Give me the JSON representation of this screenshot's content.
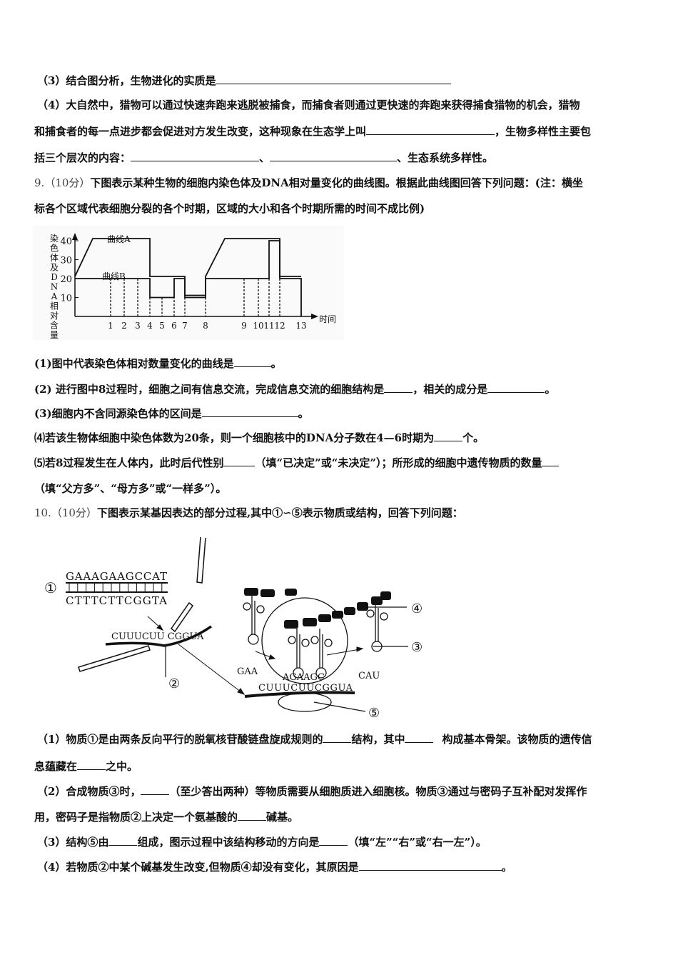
{
  "q8": {
    "p3": {
      "text": "（3）结合图分析，生物进化的实质是",
      "blank_width": "long"
    },
    "p4_line1": "（4）大自然中，猎物可以通过快速奔跑来逃脱被捕食，而捕食者则通过更快速的奔跑来获得捕食猎物的机会，猎物",
    "p4_line2a": "和捕食者的每一点进步都会促进对方发生改变，这种现象在生态学上叫",
    "p4_line2b": "，生物多样性主要包",
    "p4_line3a": "括三个层次的内容：",
    "p4_line3b": "、",
    "p4_line3c": "、生态系统多样性。"
  },
  "q9": {
    "number": "9.",
    "score": "（10分）",
    "stem_line1": "下图表示某种生物的细胞内染色体及DNA相对量变化的曲线图。根据此曲线图回答下列问题：(注：横坐",
    "stem_line2": "标各个区域代表细胞分裂的各个时期，区域的大小和各个时期所需的时间不成比例)",
    "p1a": "(1)图中代表染色体相对数量变化的曲线是",
    "p1b": "。",
    "p2a": "(2) 进行图中8过程时，细胞之间有信息交流，完成信息交流的细胞结构是",
    "p2b": "，相关的成分是",
    "p2c": "。",
    "p3a": "(3)细胞内不含同源染色体的区间是",
    "p3b": "。",
    "p4a": "⑷若该生物体细胞中染色体数为20条，则一个细胞核中的DNA分子数在4—6时期为",
    "p4b": "个。",
    "p5a": "⑸若8过程发生在人体内，此时后代性别",
    "p5b": "（填“已决定”或“未决定”）；所形成的细胞中遗传物质的数量",
    "p5c": "（填“父方多”、“母方多”或“一样多”）。"
  },
  "chart_data": {
    "type": "line",
    "ylabel": "染色体及DNA相对含量",
    "xlabel": "时间",
    "yticks": [
      "10",
      "20",
      "30",
      "40"
    ],
    "ylim": [
      0,
      45
    ],
    "xticks": [
      "1",
      "2",
      "3",
      "4",
      "5",
      "6",
      "7",
      "8",
      "9",
      "10",
      "11",
      "12",
      "13"
    ],
    "series": [
      {
        "name": "曲线A",
        "points": [
          [
            0,
            20
          ],
          [
            0.5,
            40
          ],
          [
            4,
            40
          ],
          [
            4,
            20
          ],
          [
            7,
            20
          ],
          [
            7,
            10
          ],
          [
            8,
            10
          ],
          [
            8,
            20
          ],
          [
            8.5,
            40
          ],
          [
            12,
            40
          ],
          [
            12,
            20
          ],
          [
            13,
            20
          ]
        ]
      },
      {
        "name": "曲线B",
        "points": [
          [
            0,
            20
          ],
          [
            4,
            20
          ],
          [
            4,
            10
          ],
          [
            6,
            10
          ],
          [
            6,
            20
          ],
          [
            7,
            20
          ],
          [
            7,
            10
          ],
          [
            8,
            10
          ],
          [
            8,
            20
          ],
          [
            11,
            20
          ],
          [
            11,
            40
          ],
          [
            12,
            40
          ],
          [
            12,
            20
          ],
          [
            13,
            20
          ],
          [
            13,
            0
          ]
        ]
      }
    ]
  },
  "q10": {
    "number": "10.",
    "score": "（10分）",
    "stem": "下图表示某基因表达的部分过程,其中①∽⑤表示物质或结构，回答下列问题：",
    "diagram": {
      "dna_top": "GAAAGAAGCCAT",
      "dna_bottom": "CTTTCTTCGGTA",
      "mrna_left": "CUUUCUU CGGUA",
      "mrna_right": "CUUUCUUCGGUA",
      "anticodon_1": "GAA",
      "anticodon_2": "AGAAGC",
      "anticodon_3": "CAU",
      "labels": [
        "①",
        "②",
        "③",
        "④",
        "⑤"
      ]
    },
    "p1a": "（1）物质①是由两条反向平行的脱氧核苷酸链盘旋成规则的",
    "p1b": "结构，其中",
    "p1c": "构成基本骨架。该物质的遗传信",
    "p1d": "息蕴藏在",
    "p1e": "之中。",
    "p2a": "（2）合成物质③时，",
    "p2b": "（至少答出两种）等物质需要从细胞质进入细胞核。物质③通过与密码子互补配对发挥作",
    "p2c": "用，密码子是指物质②上决定一个氨基酸的",
    "p2d": "碱基。",
    "p3a": "（3）结构⑤由",
    "p3b": "组成，图示过程中该结构移动的方向是",
    "p3c": "（填“左”“右”或“右一左”）。",
    "p4a": "（4）若物质②中某个碱基发生改变,但物质④却没有变化，其原因是",
    "p4b": "。"
  }
}
